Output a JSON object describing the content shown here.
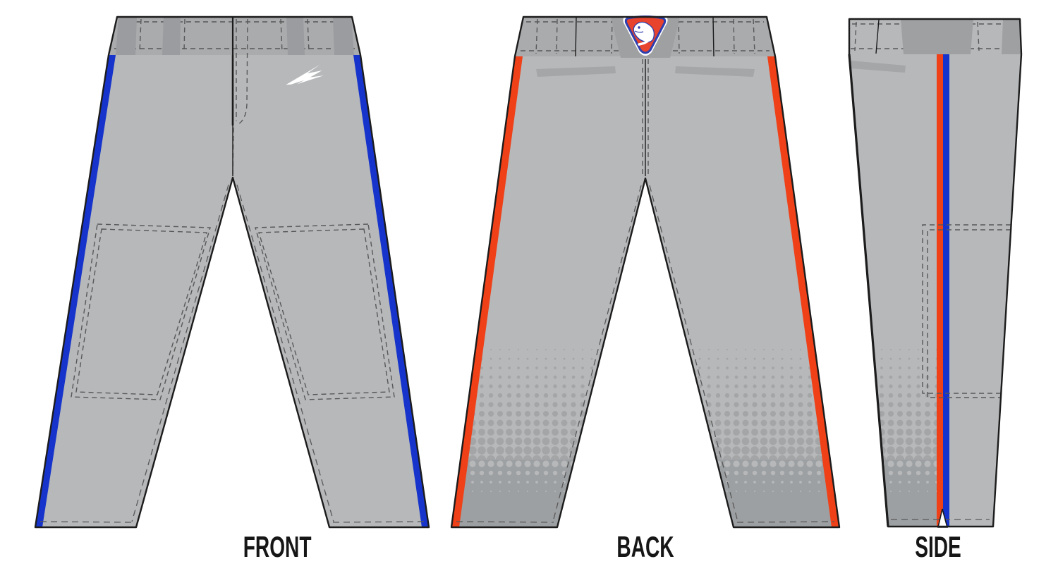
{
  "document_title": "Baseball pants design proof",
  "views": [
    {
      "id": "front",
      "label": "FRONT"
    },
    {
      "id": "back",
      "label": "BACK"
    },
    {
      "id": "side",
      "label": "SIDE"
    }
  ],
  "logos": {
    "brand": {
      "name": "triton-arrow-logo",
      "color": "#ffffff",
      "placement": "front upper right leg"
    },
    "team_badge": {
      "name": "cobra-shield-badge",
      "placement": "back waistband center"
    }
  },
  "design": {
    "front_piping": "blue",
    "back_piping": "orange",
    "side_stripes": [
      "orange",
      "blue"
    ],
    "lower_leg_effect": "halftone dot fade"
  },
  "colors": {
    "bg": "#ffffff",
    "label": "#161616",
    "body": "#b6b8ba",
    "band": "#a9abad",
    "loop": "#9a9c9f",
    "dark": "#9ea0a2",
    "welt": "#a4a6a8",
    "fade": "#9da0a2",
    "dot": "#a3a5a7",
    "pipe_blue": "#1634cc",
    "pipe_orange": "#f04018",
    "outline": "#1c1c1c",
    "stitch": "#585858",
    "white": "#ffffff",
    "badge_fill": "#e8432c",
    "badge_border": "#2e3fae"
  }
}
